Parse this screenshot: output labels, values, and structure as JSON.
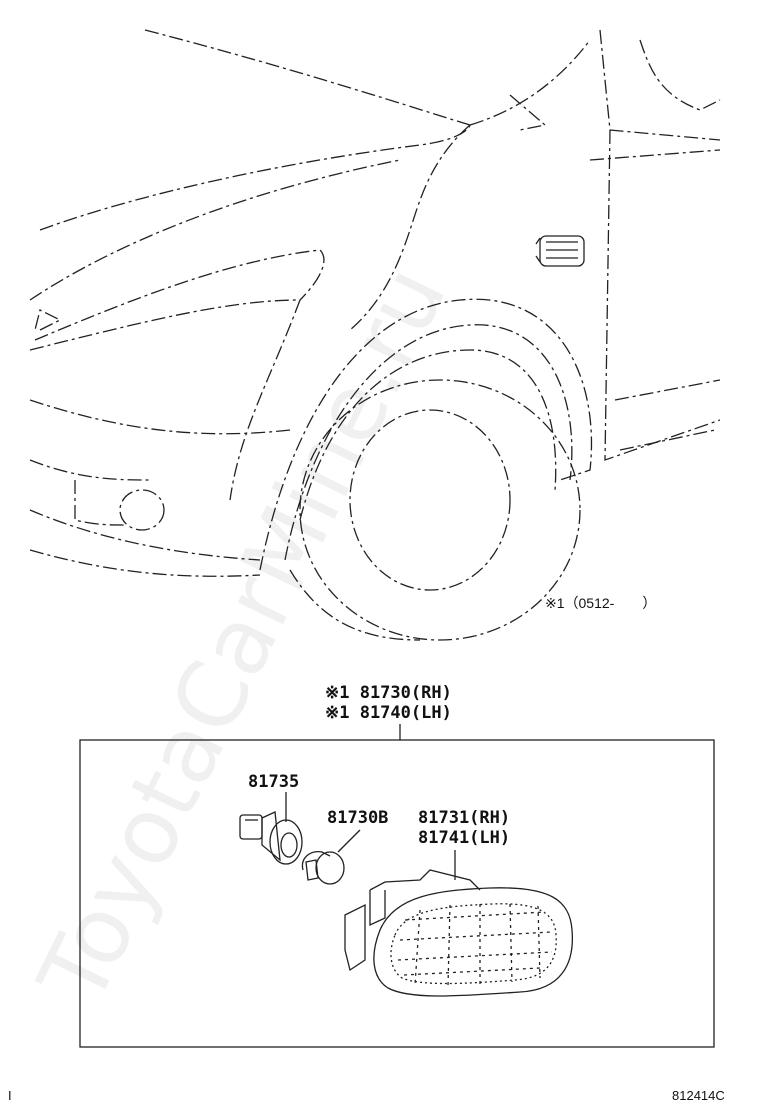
{
  "diagram": {
    "watermark": "ToyotaCarMine.ru",
    "note_applicability": "※1（0512-　　）",
    "assembly_labels": [
      "※1  81730(RH)",
      "※1  81740(LH)"
    ],
    "part_labels": {
      "socket": "81735",
      "bulb": "81730B",
      "lens_rh": "81731(RH)",
      "lens_lh": "81741(LH)"
    },
    "left_mark": "I",
    "figure_number": "812414C"
  }
}
